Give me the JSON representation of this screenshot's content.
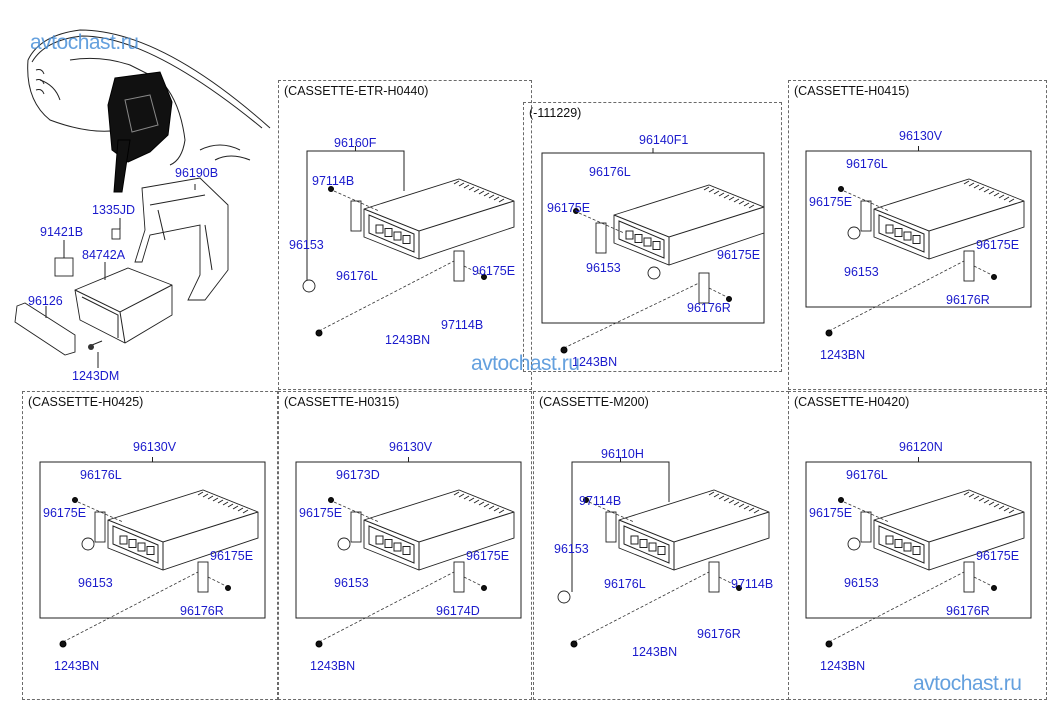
{
  "watermarks": {
    "top_left": "avtochast.ru",
    "center": "avtochast.ru",
    "bottom_right": "avtochast.ru"
  },
  "overview": {
    "labels": {
      "bracket": "96190B",
      "clip": "1335JD",
      "label_plate": "91421B",
      "pocket": "84742A",
      "cover": "96126",
      "screw": "1243DM"
    }
  },
  "panels": [
    {
      "title": "(CASSETTE-ETR-H0440)",
      "labels": [
        "96160F",
        "97114B",
        "96153",
        "96176L",
        "96175E",
        "97114B",
        "1243BN"
      ]
    },
    {
      "title": "(-111229)",
      "labels": [
        "96140F1",
        "96176L",
        "96175E",
        "96153",
        "96175E",
        "96176R",
        "1243BN"
      ]
    },
    {
      "title": "(CASSETTE-H0415)",
      "labels": [
        "96130V",
        "96176L",
        "96175E",
        "96153",
        "96175E",
        "96176R",
        "1243BN"
      ]
    },
    {
      "title": "(CASSETTE-H0425)",
      "labels": [
        "96130V",
        "96176L",
        "96175E",
        "96153",
        "96175E",
        "96176R",
        "1243BN"
      ]
    },
    {
      "title": "(CASSETTE-H0315)",
      "labels": [
        "96130V",
        "96173D",
        "96175E",
        "96153",
        "96175E",
        "96174D",
        "1243BN"
      ]
    },
    {
      "title": "(CASSETTE-M200)",
      "labels": [
        "96110H",
        "97114B",
        "96153",
        "96176L",
        "97114B",
        "96176R",
        "1243BN"
      ]
    },
    {
      "title": "(CASSETTE-H0420)",
      "labels": [
        "96120N",
        "96176L",
        "96175E",
        "96153",
        "96175E",
        "96176R",
        "1243BN"
      ]
    }
  ]
}
